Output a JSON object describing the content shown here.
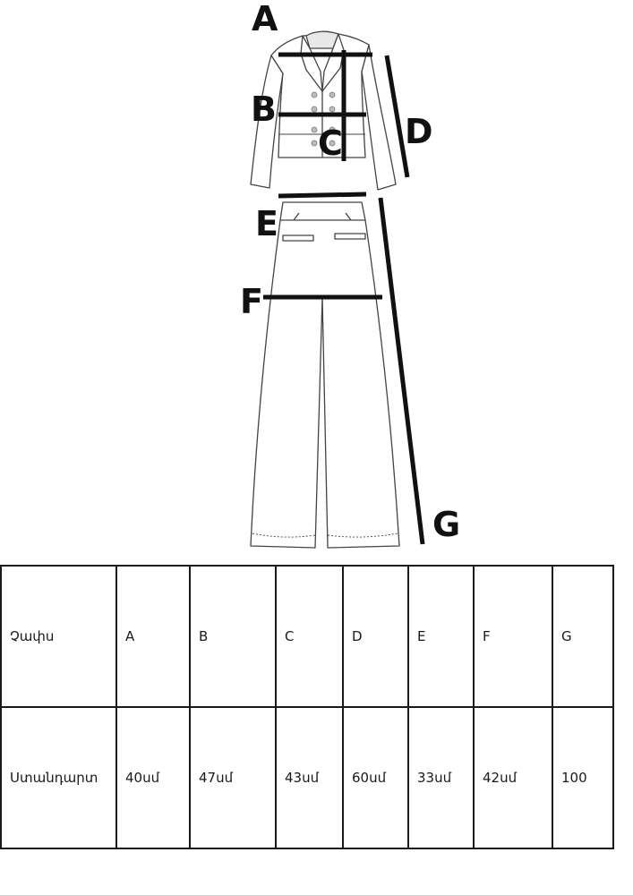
{
  "diagram": {
    "labels": {
      "A": "A",
      "B": "B",
      "C": "C",
      "D": "D",
      "E": "E",
      "F": "F",
      "G": "G"
    }
  },
  "table": {
    "header": [
      "Չափս",
      "A",
      "B",
      "C",
      "D",
      "E",
      "F",
      "G"
    ],
    "row": [
      "Ստանդարտ",
      "40սմ",
      "47սմ",
      "43սմ",
      "60սմ",
      "33սմ",
      "42սմ",
      "100"
    ]
  }
}
